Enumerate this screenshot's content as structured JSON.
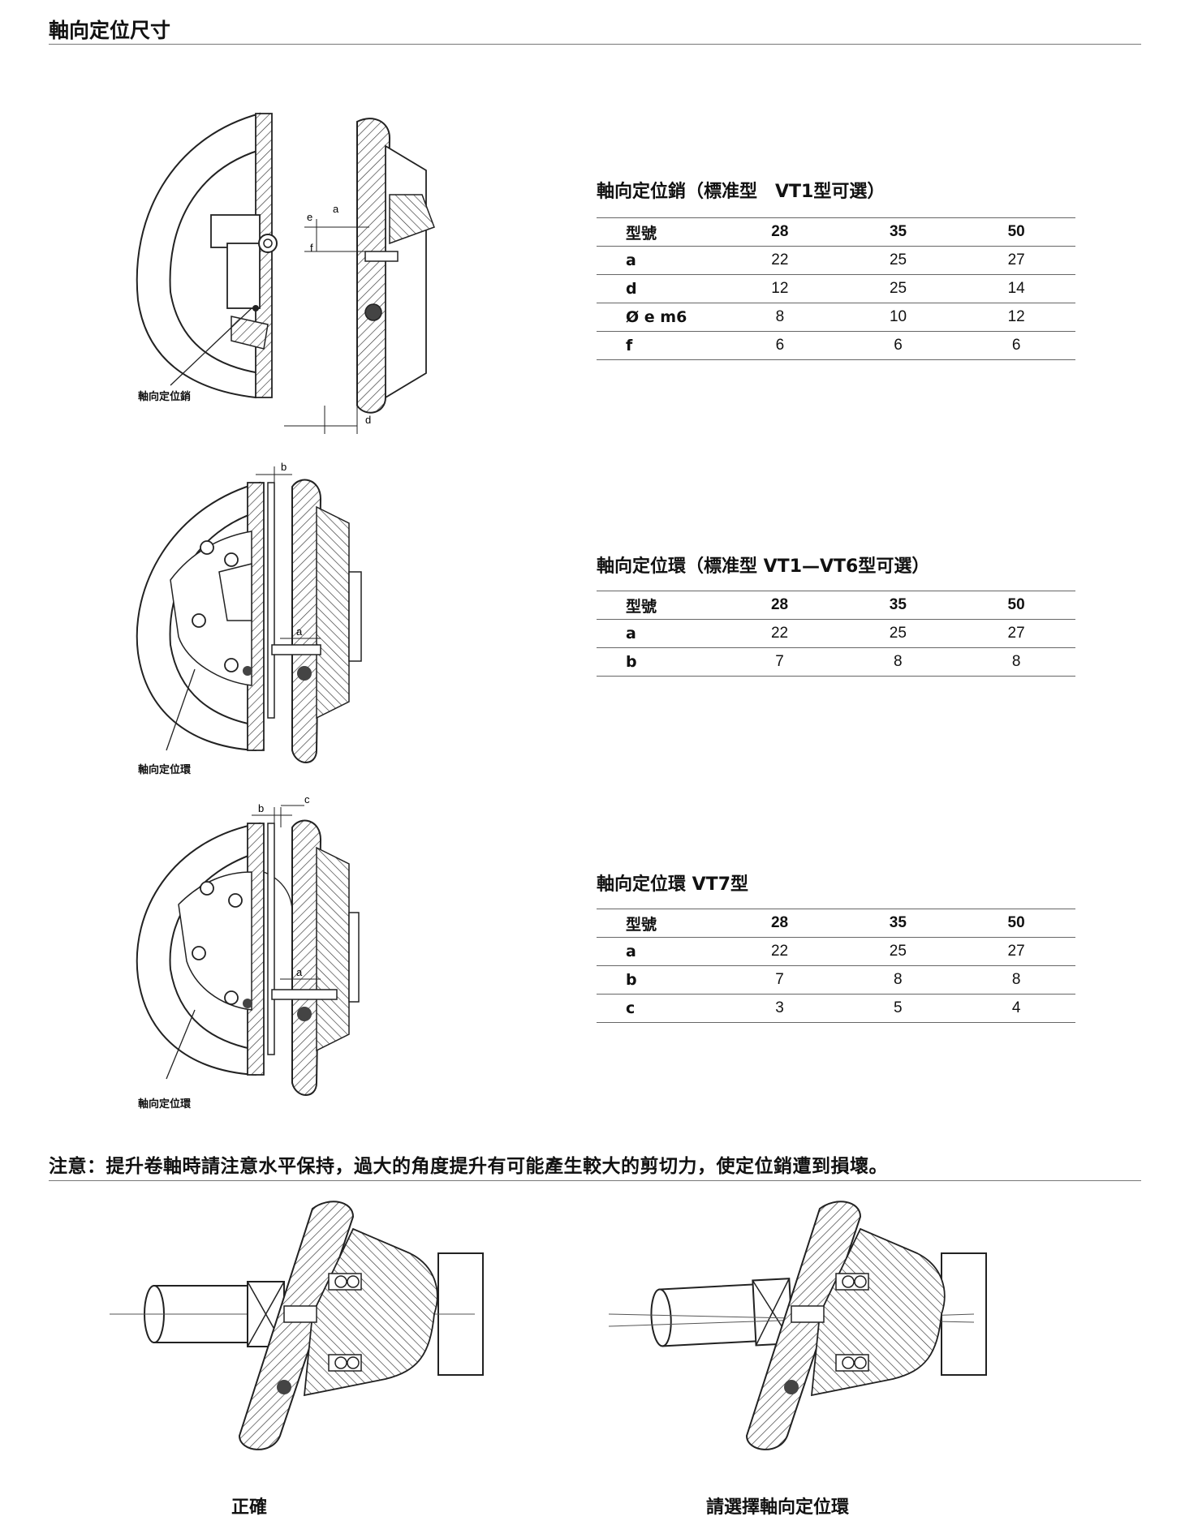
{
  "page_title": "軸向定位尺寸",
  "sections": [
    {
      "title": "軸向定位銷（標准型　VT1型可選）",
      "caption": "軸向定位銷",
      "dims": [
        "e",
        "a",
        "f",
        "d"
      ],
      "header": [
        "型號",
        "28",
        "35",
        "50"
      ],
      "rows": [
        [
          "a",
          "22",
          "25",
          "27"
        ],
        [
          "d",
          "12",
          "25",
          "14"
        ],
        [
          "Ø e m6",
          "8",
          "10",
          "12"
        ],
        [
          "f",
          "6",
          "6",
          "6"
        ]
      ]
    },
    {
      "title": "軸向定位環（標准型  VT1—VT6型可選）",
      "caption": "軸向定位環",
      "dims": [
        "b",
        "a"
      ],
      "header": [
        "型號",
        "28",
        "35",
        "50"
      ],
      "rows": [
        [
          "a",
          "22",
          "25",
          "27"
        ],
        [
          "b",
          "7",
          "8",
          "8"
        ]
      ]
    },
    {
      "title": "軸向定位環  VT7型",
      "caption": "軸向定位環",
      "dims": [
        "b",
        "c",
        "a"
      ],
      "header": [
        "型號",
        "28",
        "35",
        "50"
      ],
      "rows": [
        [
          "a",
          "22",
          "25",
          "27"
        ],
        [
          "b",
          "7",
          "8",
          "8"
        ],
        [
          "c",
          "3",
          "5",
          "4"
        ]
      ]
    }
  ],
  "notice": "注意：提升卷軸時請注意水平保持，過大的角度提升有可能產生較大的剪切力，使定位銷遭到損壞。",
  "bottom_captions": [
    "正確",
    "請選擇軸向定位環"
  ]
}
